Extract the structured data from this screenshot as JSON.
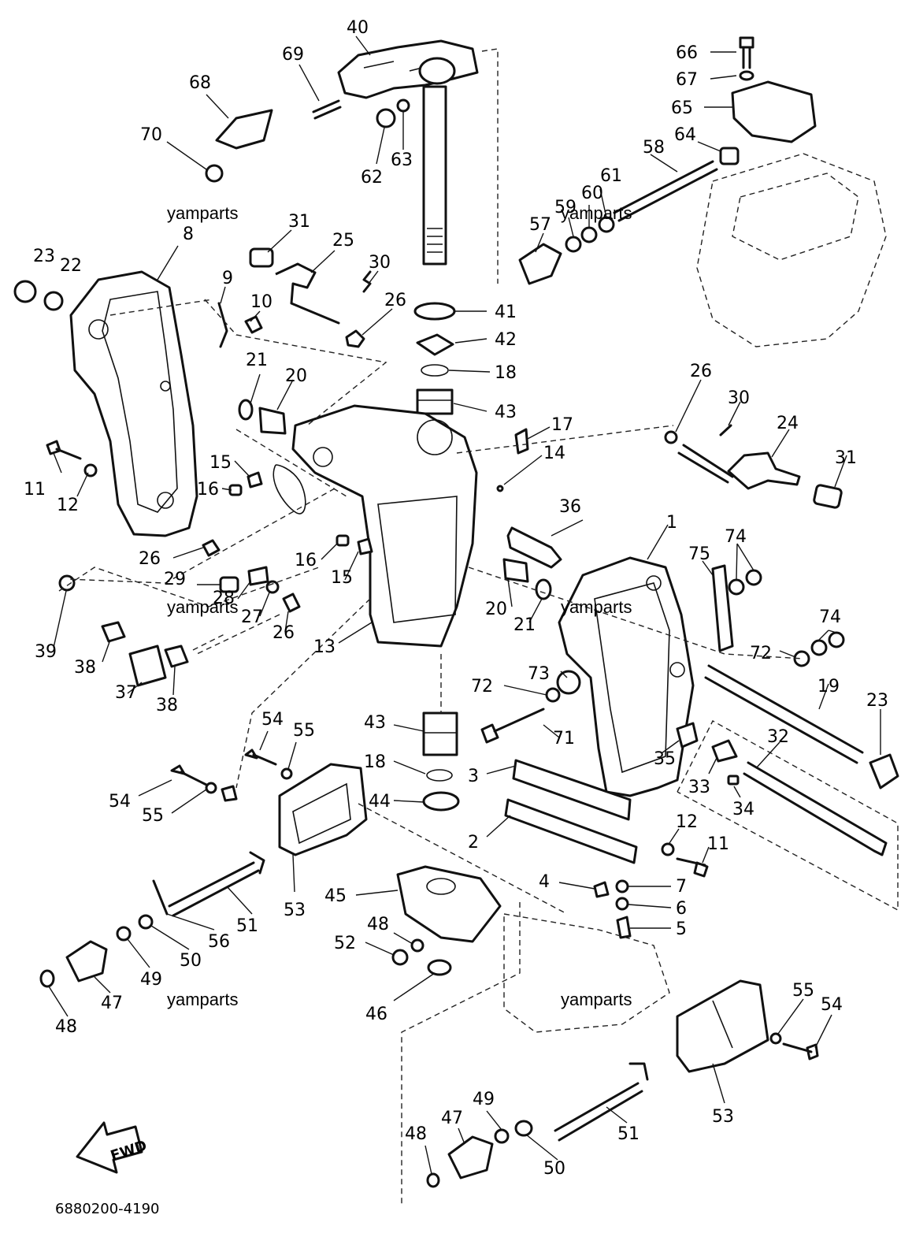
{
  "diagram": {
    "watermark": "yamparts",
    "part_code": "6880200-4190",
    "fwd_label": "FWD",
    "callouts": [
      {
        "id": "c40",
        "label": "40"
      },
      {
        "id": "c69",
        "label": "69"
      },
      {
        "id": "c68",
        "label": "68"
      },
      {
        "id": "c70",
        "label": "70"
      },
      {
        "id": "c62",
        "label": "62"
      },
      {
        "id": "c63",
        "label": "63"
      },
      {
        "id": "c66",
        "label": "66"
      },
      {
        "id": "c67",
        "label": "67"
      },
      {
        "id": "c65",
        "label": "65"
      },
      {
        "id": "c64",
        "label": "64"
      },
      {
        "id": "c58",
        "label": "58"
      },
      {
        "id": "c57",
        "label": "57"
      },
      {
        "id": "c59",
        "label": "59"
      },
      {
        "id": "c60",
        "label": "60"
      },
      {
        "id": "c61",
        "label": "61"
      },
      {
        "id": "c31a",
        "label": "31"
      },
      {
        "id": "c25",
        "label": "25"
      },
      {
        "id": "c30a",
        "label": "30"
      },
      {
        "id": "c26a",
        "label": "26"
      },
      {
        "id": "c8",
        "label": "8"
      },
      {
        "id": "c23a",
        "label": "23"
      },
      {
        "id": "c22",
        "label": "22"
      },
      {
        "id": "c9",
        "label": "9"
      },
      {
        "id": "c10",
        "label": "10"
      },
      {
        "id": "c41",
        "label": "41"
      },
      {
        "id": "c42",
        "label": "42"
      },
      {
        "id": "c18a",
        "label": "18"
      },
      {
        "id": "c43a",
        "label": "43"
      },
      {
        "id": "c21a",
        "label": "21"
      },
      {
        "id": "c20a",
        "label": "20"
      },
      {
        "id": "c17",
        "label": "17"
      },
      {
        "id": "c14",
        "label": "14"
      },
      {
        "id": "c26b",
        "label": "26"
      },
      {
        "id": "c30b",
        "label": "30"
      },
      {
        "id": "c24",
        "label": "24"
      },
      {
        "id": "c31b",
        "label": "31"
      },
      {
        "id": "c11a",
        "label": "11"
      },
      {
        "id": "c12a",
        "label": "12"
      },
      {
        "id": "c15a",
        "label": "15"
      },
      {
        "id": "c16a",
        "label": "16"
      },
      {
        "id": "c36",
        "label": "36"
      },
      {
        "id": "c1",
        "label": "1"
      },
      {
        "id": "c75",
        "label": "75"
      },
      {
        "id": "c74a",
        "label": "74"
      },
      {
        "id": "c26c",
        "label": "26"
      },
      {
        "id": "c29",
        "label": "29"
      },
      {
        "id": "c16b",
        "label": "16"
      },
      {
        "id": "c15b",
        "label": "15"
      },
      {
        "id": "c28",
        "label": "28"
      },
      {
        "id": "c27",
        "label": "27"
      },
      {
        "id": "c26d",
        "label": "26"
      },
      {
        "id": "c39",
        "label": "39"
      },
      {
        "id": "c38a",
        "label": "38"
      },
      {
        "id": "c37",
        "label": "37"
      },
      {
        "id": "c38b",
        "label": "38"
      },
      {
        "id": "c13",
        "label": "13"
      },
      {
        "id": "c20b",
        "label": "20"
      },
      {
        "id": "c21b",
        "label": "21"
      },
      {
        "id": "c74b",
        "label": "74"
      },
      {
        "id": "c72a",
        "label": "72"
      },
      {
        "id": "c73",
        "label": "73"
      },
      {
        "id": "c72b",
        "label": "72"
      },
      {
        "id": "c19",
        "label": "19"
      },
      {
        "id": "c23b",
        "label": "23"
      },
      {
        "id": "c43b",
        "label": "43"
      },
      {
        "id": "c71",
        "label": "71"
      },
      {
        "id": "c32",
        "label": "32"
      },
      {
        "id": "c35",
        "label": "35"
      },
      {
        "id": "c54a",
        "label": "54"
      },
      {
        "id": "c55a",
        "label": "55"
      },
      {
        "id": "c18b",
        "label": "18"
      },
      {
        "id": "c3",
        "label": "3"
      },
      {
        "id": "c33",
        "label": "33"
      },
      {
        "id": "c34",
        "label": "34"
      },
      {
        "id": "c54b",
        "label": "54"
      },
      {
        "id": "c55b",
        "label": "55"
      },
      {
        "id": "c44",
        "label": "44"
      },
      {
        "id": "c2",
        "label": "2"
      },
      {
        "id": "c12b",
        "label": "12"
      },
      {
        "id": "c11b",
        "label": "11"
      },
      {
        "id": "c53a",
        "label": "53"
      },
      {
        "id": "c51a",
        "label": "51"
      },
      {
        "id": "c45",
        "label": "45"
      },
      {
        "id": "c4",
        "label": "4"
      },
      {
        "id": "c7",
        "label": "7"
      },
      {
        "id": "c6",
        "label": "6"
      },
      {
        "id": "c5",
        "label": "5"
      },
      {
        "id": "c56",
        "label": "56"
      },
      {
        "id": "c50a",
        "label": "50"
      },
      {
        "id": "c48a",
        "label": "48"
      },
      {
        "id": "c52",
        "label": "52"
      },
      {
        "id": "c49a",
        "label": "49"
      },
      {
        "id": "c47a",
        "label": "47"
      },
      {
        "id": "c46",
        "label": "46"
      },
      {
        "id": "c48b",
        "label": "48"
      },
      {
        "id": "c55c",
        "label": "55"
      },
      {
        "id": "c54c",
        "label": "54"
      },
      {
        "id": "c53b",
        "label": "53"
      },
      {
        "id": "c49b",
        "label": "49"
      },
      {
        "id": "c47b",
        "label": "47"
      },
      {
        "id": "c48c",
        "label": "48"
      },
      {
        "id": "c51b",
        "label": "51"
      },
      {
        "id": "c50b",
        "label": "50"
      }
    ]
  }
}
